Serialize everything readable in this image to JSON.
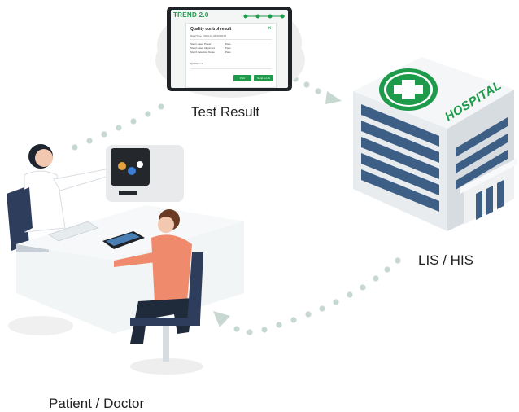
{
  "labels": {
    "test_result": "Test Result",
    "lis_his": "LIS / HIS",
    "patient_doctor": "Patient / Doctor"
  },
  "tablet": {
    "brand": "TREND 2.0",
    "dialog_title": "Quality control result",
    "date_line": "Date/Time   2022-01-01 00:00:00",
    "rows": [
      {
        "name": "Step1  Laser Power",
        "value": "Pass"
      },
      {
        "name": "Step2  Laser Alignment",
        "value": "Pass"
      },
      {
        "name": "Step3  Detection Noise",
        "value": "Pass"
      }
    ],
    "summary": "QC Passed",
    "btn_print": "Print",
    "btn_send": "Send to LIS",
    "close": "×"
  },
  "hospital": {
    "sign": "HOSPITAL"
  },
  "colors": {
    "brand_green": "#1d9b4b",
    "dots": "#c6d8d0",
    "building_blue": "#3d5f86",
    "shirt": "#ef8a6c",
    "chair": "#2f3d5c"
  }
}
